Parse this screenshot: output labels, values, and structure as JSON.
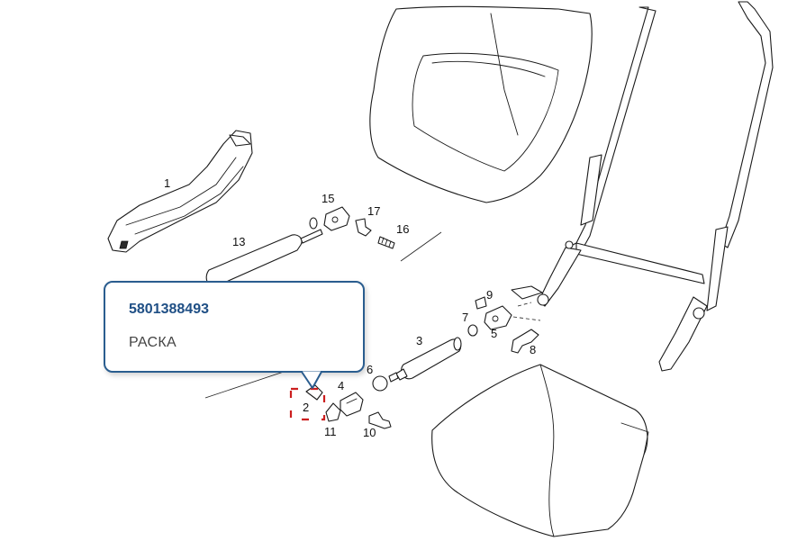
{
  "callouts": [
    "1",
    "2",
    "3",
    "4",
    "5",
    "6",
    "7",
    "8",
    "9",
    "10",
    "11",
    "13",
    "15",
    "16",
    "17"
  ],
  "tooltip": {
    "part_number": "5801388493",
    "description": "РАСКА"
  },
  "colors": {
    "tooltip_border": "#2a5d8f",
    "part_number": "#1f4f85",
    "highlight": "#cc1f1f"
  }
}
